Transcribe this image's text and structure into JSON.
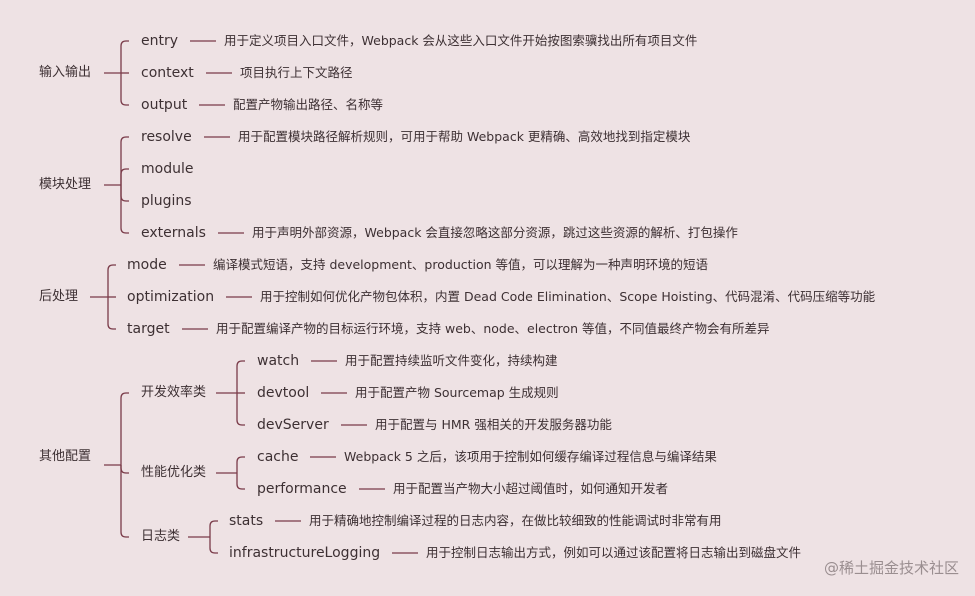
{
  "accent_color": "#7a3b49",
  "groups": [
    {
      "label": "输入输出",
      "items": [
        {
          "key": "entry",
          "desc": "用于定义项目入口文件，Webpack 会从这些入口文件开始按图索骥找出所有项目文件"
        },
        {
          "key": "context",
          "desc": "项目执行上下文路径"
        },
        {
          "key": "output",
          "desc": "配置产物输出路径、名称等"
        }
      ]
    },
    {
      "label": "模块处理",
      "items": [
        {
          "key": "resolve",
          "desc": "用于配置模块路径解析规则，可用于帮助 Webpack 更精确、高效地找到指定模块"
        },
        {
          "key": "module",
          "desc": ""
        },
        {
          "key": "plugins",
          "desc": ""
        },
        {
          "key": "externals",
          "desc": "用于声明外部资源，Webpack 会直接忽略这部分资源，跳过这些资源的解析、打包操作"
        }
      ]
    },
    {
      "label": "后处理",
      "items": [
        {
          "key": "mode",
          "desc": "编译模式短语，支持 development、production 等值，可以理解为一种声明环境的短语"
        },
        {
          "key": "optimization",
          "desc": "用于控制如何优化产物包体积，内置 Dead Code Elimination、Scope Hoisting、代码混淆、代码压缩等功能"
        },
        {
          "key": "target",
          "desc": "用于配置编译产物的目标运行环境，支持 web、node、electron 等值，不同值最终产物会有所差异"
        }
      ]
    },
    {
      "label": "其他配置",
      "subgroups": [
        {
          "label": "开发效率类",
          "items": [
            {
              "key": "watch",
              "desc": "用于配置持续监听文件变化，持续构建"
            },
            {
              "key": "devtool",
              "desc": "用于配置产物 Sourcemap 生成规则"
            },
            {
              "key": "devServer",
              "desc": "用于配置与 HMR 强相关的开发服务器功能"
            }
          ]
        },
        {
          "label": "性能优化类",
          "items": [
            {
              "key": "cache",
              "desc": "Webpack 5 之后，该项用于控制如何缓存编译过程信息与编译结果"
            },
            {
              "key": "performance",
              "desc": "用于配置当产物大小超过阈值时，如何通知开发者"
            }
          ]
        },
        {
          "label": "日志类",
          "items": [
            {
              "key": "stats",
              "desc": "用于精确地控制编译过程的日志内容，在做比较细致的性能调试时非常有用"
            },
            {
              "key": "infrastructureLogging",
              "desc": "用于控制日志输出方式，例如可以通过该配置将日志输出到磁盘文件"
            }
          ]
        }
      ]
    }
  ],
  "watermark": "@稀土掘金技术社区"
}
